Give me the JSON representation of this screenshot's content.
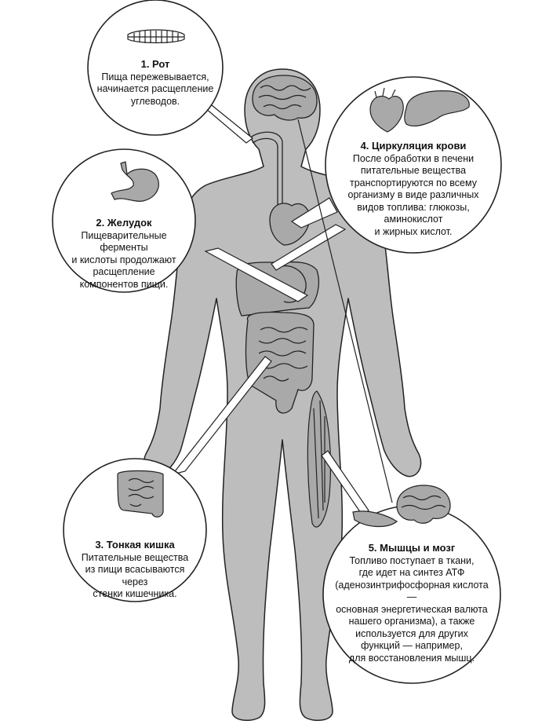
{
  "callouts": {
    "mouth": {
      "title": "1. Рот",
      "text": "Пища пережевывается,\nначинается расщепление\nуглеводов.",
      "icon": "teeth-icon"
    },
    "stomach": {
      "title": "2. Желудок",
      "text": "Пищеварительные ферменты\nи кислоты продолжают\nрасщепление\nкомпонентов пищи.",
      "icon": "stomach-icon"
    },
    "intestine": {
      "title": "3. Тонкая кишка",
      "text": "Питательные вещества\nиз пищи всасываются через\nстенки кишечника.",
      "icon": "intestine-icon"
    },
    "blood": {
      "title": "4. Циркуляция крови",
      "text": "После обработки в печени\nпитательные вещества\nтранспортируются по всему\nорганизму в виде различных\nвидов топлива: глюкозы,\nаминокислот\nи жирных кислот.",
      "icon": "heart-liver-icon"
    },
    "muscle": {
      "title": "5. Мышцы и мозг",
      "text": "Топливо поступает в ткани,\nгде идет на синтез АТФ\n(аденозинтрифосфорная кислота —\nосновная энергетическая валюта\nнашего организма), а также\nиспользуется для других\nфункций — например,\nдля восстановления мышц.",
      "icon": "muscle-brain-icon"
    }
  },
  "colors": {
    "body": "#bdbdbd",
    "outline": "#222222",
    "organ": "#a9a9a9",
    "background": "#ffffff"
  }
}
